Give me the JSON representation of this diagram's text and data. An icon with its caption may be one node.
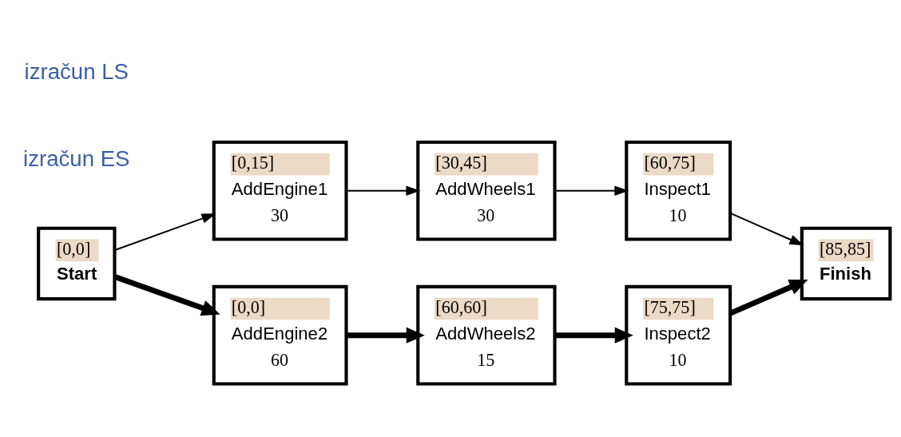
{
  "diagram": {
    "nodes": [
      {
        "text": [
          "[0,0]",
          "Start"
        ]
      },
      {
        "text": [
          "[0,15]",
          "AddEngine1",
          "30"
        ]
      },
      {
        "text": [
          "[30,45]",
          "AddWheels1",
          "30"
        ]
      },
      {
        "text": [
          "[60,75]",
          "Inspect1",
          "10"
        ]
      },
      {
        "text": [
          "[85,85]",
          "Finish"
        ]
      },
      {
        "text": [
          "[0,0]",
          "AddEngine2",
          "60"
        ]
      },
      {
        "text": [
          "[60,60]",
          "AddWheels2",
          "15"
        ]
      },
      {
        "text": [
          "[75,75]",
          "Inspect2",
          "10"
        ]
      }
    ],
    "edges": [
      {
        "from": 0,
        "to": 1,
        "arrow": "to"
      },
      {
        "from": 1,
        "to": 2,
        "arrow": "to"
      },
      {
        "from": 2,
        "to": 3,
        "arrow": "to"
      },
      {
        "from": 3,
        "to": 4,
        "arrow": "to"
      },
      {
        "from": 0,
        "to": 5,
        "arrow": "to",
        "style": "thick"
      },
      {
        "from": 5,
        "to": 6,
        "arrow": "to",
        "style": "thick"
      },
      {
        "from": 6,
        "to": 7,
        "arrow": "to",
        "style": "thick"
      },
      {
        "from": 7,
        "to": 4,
        "arrow": "to",
        "style": "thick"
      }
    ],
    "labels": [
      "izračun ES",
      "izračun LS"
    ]
  }
}
